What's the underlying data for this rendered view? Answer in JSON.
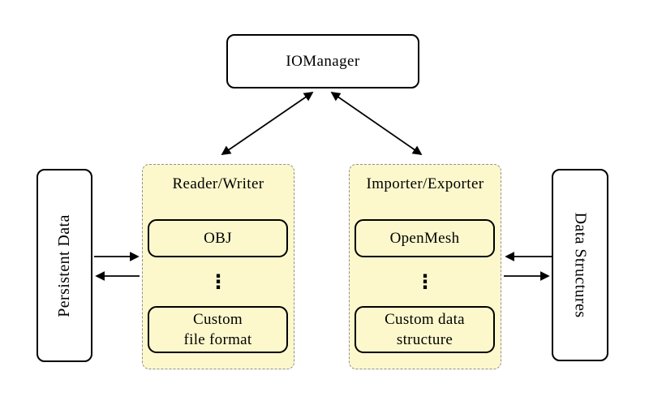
{
  "diagram": {
    "nodes": {
      "io_manager": {
        "label": "IOManager"
      },
      "persistent_data": {
        "label": "Persistent Data"
      },
      "data_structures": {
        "label": "Data Structures"
      },
      "reader_writer": {
        "title": "Reader/Writer",
        "items": [
          {
            "lines": [
              "OBJ"
            ]
          },
          {
            "lines": [
              "Custom",
              "file format"
            ]
          }
        ],
        "ellipsis": "⋮"
      },
      "importer_exporter": {
        "title": "Importer/Exporter",
        "items": [
          {
            "lines": [
              "OpenMesh"
            ]
          },
          {
            "lines": [
              "Custom data",
              "structure"
            ]
          }
        ],
        "ellipsis": "⋮"
      }
    },
    "edges": [
      {
        "from": "io_manager",
        "to": "reader_writer",
        "direction": "both"
      },
      {
        "from": "io_manager",
        "to": "importer_exporter",
        "direction": "both"
      },
      {
        "from": "persistent_data",
        "to": "reader_writer",
        "direction": "forward"
      },
      {
        "from": "reader_writer",
        "to": "persistent_data",
        "direction": "forward"
      },
      {
        "from": "data_structures",
        "to": "importer_exporter",
        "direction": "forward"
      },
      {
        "from": "importer_exporter",
        "to": "data_structures",
        "direction": "forward"
      }
    ],
    "colors": {
      "group_fill": "#FCF8CC",
      "group_border": "#8F8F8F",
      "node_border": "#000000",
      "node_fill": "#FFFFFF",
      "arrow": "#000000"
    }
  }
}
